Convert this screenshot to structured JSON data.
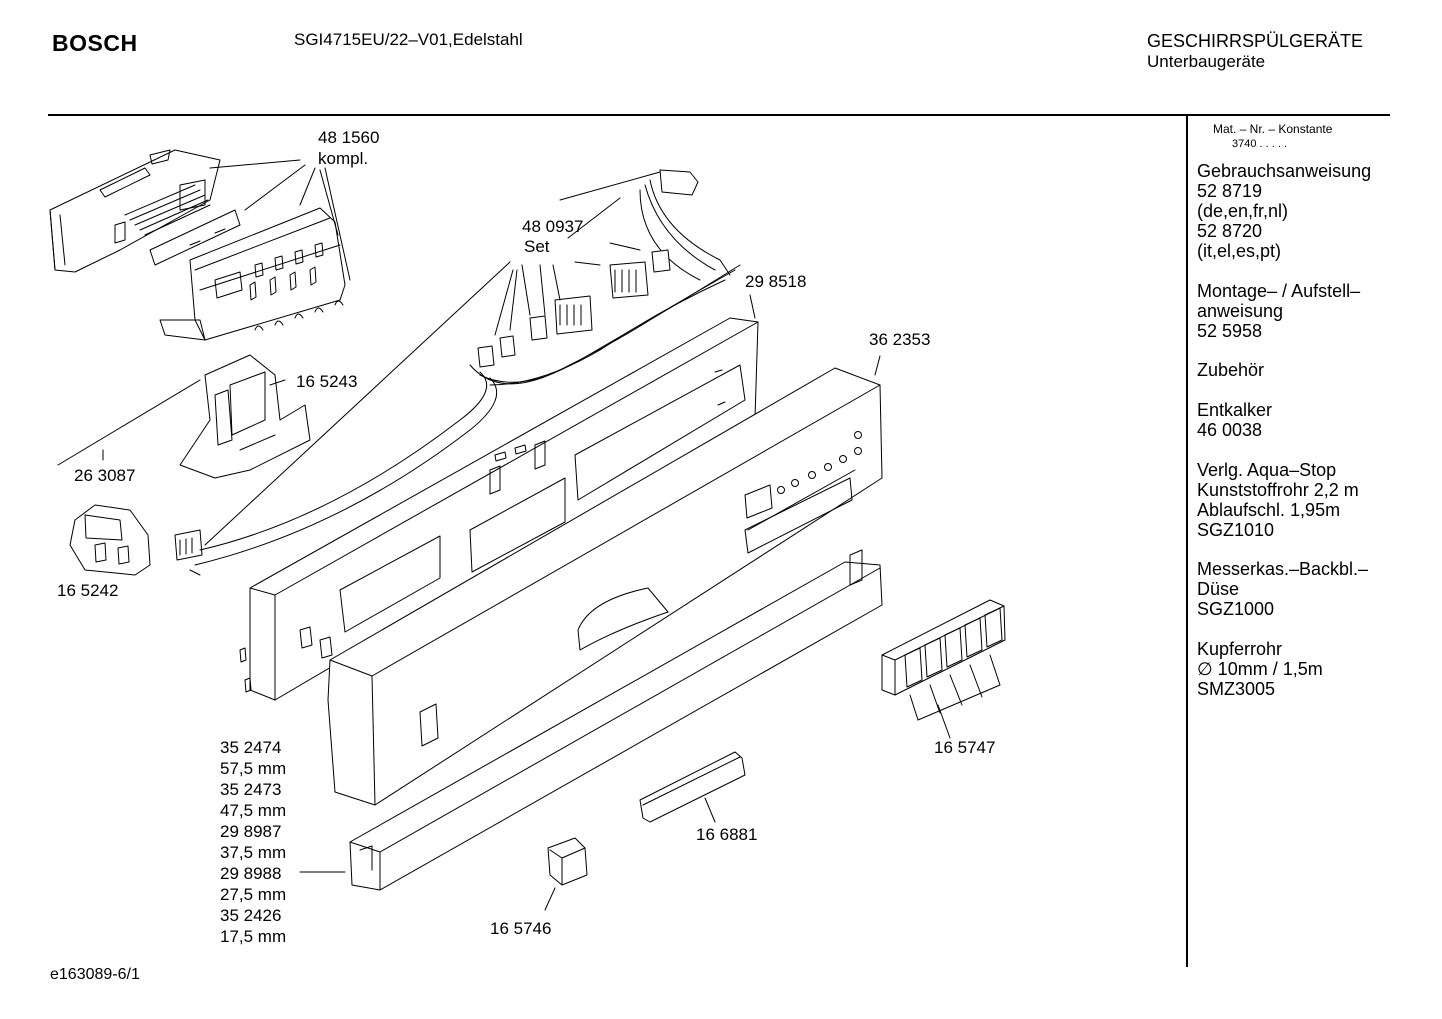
{
  "header": {
    "brand": "BOSCH",
    "model": "SGI4715EU/22–V01,Edelstahl",
    "category_line1": "GESCHIRRSPÜLGERÄTE",
    "category_line2": "Unterbaugeräte"
  },
  "sidebar": {
    "mat_nr_label": "Mat. – Nr. – Konstante",
    "konstante": "3740 . . . . .",
    "lines": [
      "Gebrauchsanweisung",
      "52 8719",
      "(de,en,fr,nl)",
      "52 8720",
      "(it,el,es,pt)",
      "Montage– / Aufstell–",
      "anweisung",
      "52 5958",
      "Zubehör",
      "Entkalker",
      "46 0038",
      "Verlg. Aqua–Stop",
      "Kunststoffrohr 2,2 m",
      "Ablaufschl. 1,95m",
      "SGZ1010",
      "Messerkas.–Backbl.–",
      "Düse",
      "SGZ1000",
      "Kupferrohr",
      "∅ 10mm / 1,5m",
      "SMZ3005"
    ]
  },
  "parts": {
    "p481560": "48 1560",
    "p481560_note": "kompl.",
    "p480937": "48 0937",
    "p480937_note": "Set",
    "p298518": "29 8518",
    "p362353": "36 2353",
    "p165243": "16 5243",
    "p263087": "26 3087",
    "p165242": "16 5242",
    "p165747": "16 5747",
    "p166881": "16 6881",
    "p165746": "16 5746",
    "variants": [
      "35 2474",
      "57,5 mm",
      "35 2473",
      "47,5 mm",
      "29 8987",
      "37,5 mm",
      "29 8988",
      "27,5 mm",
      "35 2426",
      "17,5 mm"
    ]
  },
  "footer": {
    "drawing_id": "e163089-6/1"
  }
}
